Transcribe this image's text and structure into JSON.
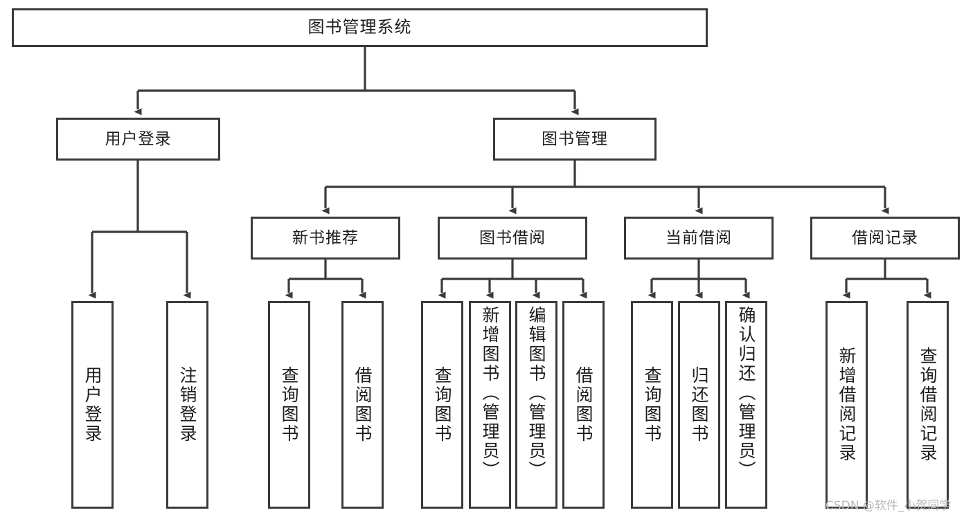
{
  "diagram": {
    "title": "图书管理系统",
    "type": "tree-hierarchy",
    "root": {
      "id": "root",
      "label": "图书管理系统"
    },
    "level2": [
      {
        "id": "user-login",
        "label": "用户登录"
      },
      {
        "id": "book-management",
        "label": "图书管理"
      }
    ],
    "level3": [
      {
        "id": "new-book-recommend",
        "label": "新书推荐",
        "parent": "book-management"
      },
      {
        "id": "book-borrow",
        "label": "图书借阅",
        "parent": "book-management"
      },
      {
        "id": "current-borrow",
        "label": "当前借阅",
        "parent": "book-management"
      },
      {
        "id": "borrow-record",
        "label": "借阅记录",
        "parent": "book-management"
      }
    ],
    "leaves": {
      "user_login": [
        {
          "id": "leaf-user-login",
          "label": "用户登录"
        },
        {
          "id": "leaf-logout",
          "label": "注销登录"
        }
      ],
      "new_book_recommend": [
        {
          "id": "leaf-query-book-1",
          "label": "查询图书"
        },
        {
          "id": "leaf-borrow-book-1",
          "label": "借阅图书"
        }
      ],
      "book_borrow": [
        {
          "id": "leaf-query-book-2",
          "label": "查询图书"
        },
        {
          "id": "leaf-add-book",
          "label": "新增图书（管理员）"
        },
        {
          "id": "leaf-edit-book",
          "label": "编辑图书（管理员）"
        },
        {
          "id": "leaf-borrow-book-2",
          "label": "借阅图书"
        }
      ],
      "current_borrow": [
        {
          "id": "leaf-query-book-3",
          "label": "查询图书"
        },
        {
          "id": "leaf-return-book",
          "label": "归还图书"
        },
        {
          "id": "leaf-confirm-return",
          "label": "确认归还（管理员）"
        }
      ],
      "borrow_record": [
        {
          "id": "leaf-add-record",
          "label": "新增借阅记录"
        },
        {
          "id": "leaf-query-record",
          "label": "查询借阅记录"
        }
      ]
    },
    "colors": {
      "stroke": "#3a3a3a",
      "fill": "#ffffff",
      "text": "#1d1d1d",
      "watermark": "#b9b9b9"
    }
  },
  "watermark": {
    "text": "CSDN @软件_小贺同学"
  }
}
